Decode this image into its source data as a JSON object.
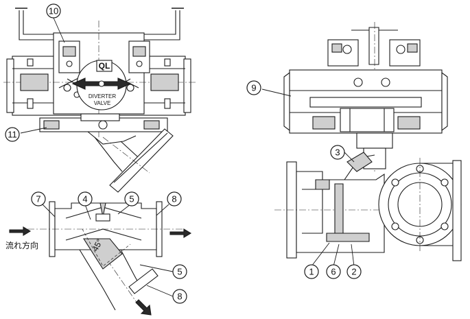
{
  "diagram": {
    "callouts": {
      "c10": "10",
      "c11": "11",
      "c9": "9",
      "c3": "3",
      "c7": "7",
      "c4": "4",
      "c5a": "5",
      "c8a": "8",
      "c5b": "5",
      "c8b": "8",
      "c1": "1",
      "c6": "6",
      "c2": "2"
    },
    "texts": {
      "flow_direction": "流れ方向",
      "diverter": "DIVERTER",
      "valve": "VALVE",
      "angle": "45°",
      "logo": "QL"
    }
  }
}
